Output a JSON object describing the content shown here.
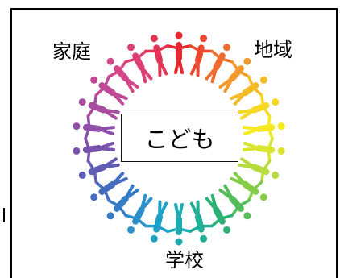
{
  "labels": {
    "home": "家庭",
    "community": "地域",
    "school": "学校",
    "center": "こども"
  },
  "ring": {
    "figure_count": 26,
    "colors": [
      "#e5292e",
      "#ee5a2e",
      "#f39a2c",
      "#f7cf24",
      "#f4ec1c",
      "#c7e13a",
      "#7cc94a",
      "#2fb36b",
      "#1fae9e",
      "#1ba7c6",
      "#2b89cc",
      "#3f6fc0",
      "#6a58b3",
      "#8a4fa8",
      "#b24b9a",
      "#d4458a",
      "#e23a6a"
    ]
  }
}
